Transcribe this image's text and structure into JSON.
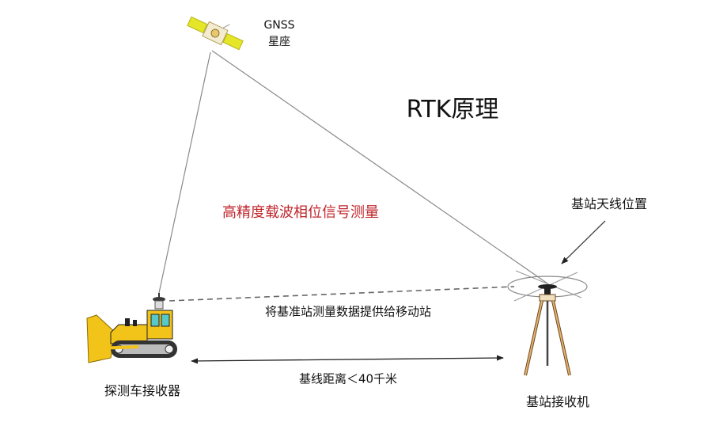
{
  "title": "RTK原理",
  "satellite_label_line1": "GNSS",
  "satellite_label_line2": "星座",
  "carrier_phase_label": "高精度载波相位信号测量",
  "data_link_label": "将基准站测量数据提供给移动站",
  "baseline_label": "基线距离＜40千米",
  "rover_label": "探测车接收器",
  "base_label": "基站接收机",
  "antenna_label": "基站天线位置",
  "colors": {
    "accent_red": "#c0262c",
    "rover_yellow": "#f2c318",
    "line": "#8a8a8a"
  }
}
